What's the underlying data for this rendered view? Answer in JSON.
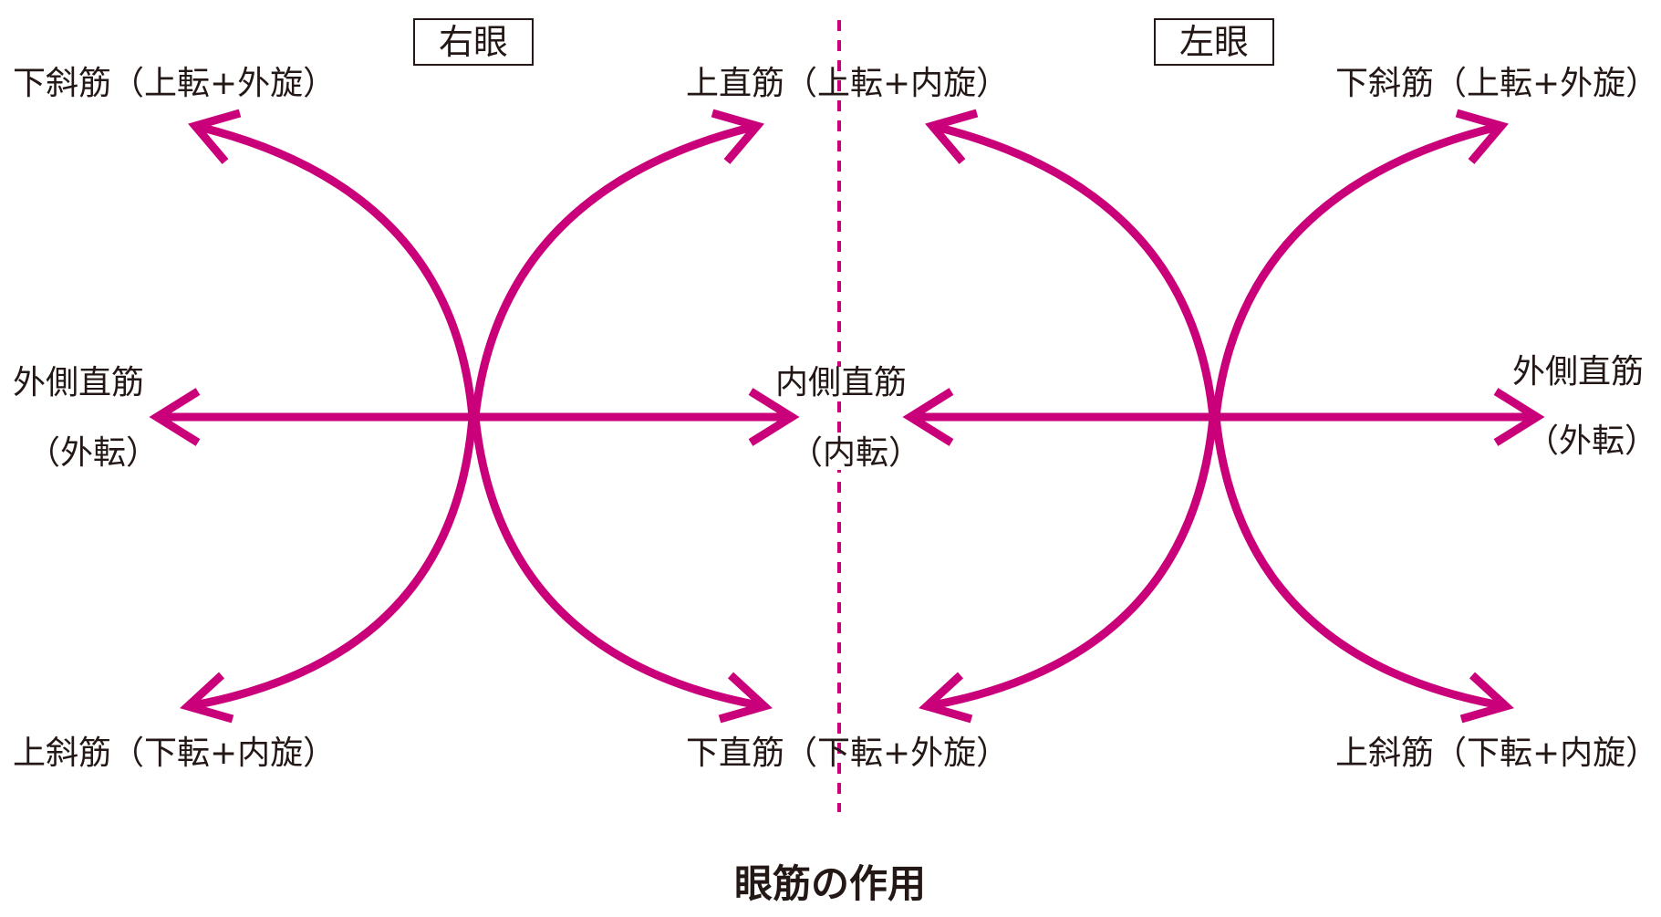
{
  "colors": {
    "arrow": "#c9007a",
    "text": "#231815",
    "divider": "#c9007a"
  },
  "right_eye": {
    "box_label": "右眼",
    "top_left": "下斜筋（上転+外旋）",
    "top_right": "上直筋（上転+内旋）",
    "left_name": "外側直筋",
    "left_action": "（外転）",
    "bottom_left": "上斜筋（下転+内旋）",
    "bottom_right": "下直筋（下転+外旋）"
  },
  "center": {
    "name": "内側直筋",
    "action": "（内転）"
  },
  "left_eye": {
    "box_label": "左眼",
    "top_right": "下斜筋（上転+外旋）",
    "right_name": "外側直筋",
    "right_action": "（外転）",
    "bottom_right": "上斜筋（下転+内旋）"
  },
  "caption": "眼筋の作用"
}
